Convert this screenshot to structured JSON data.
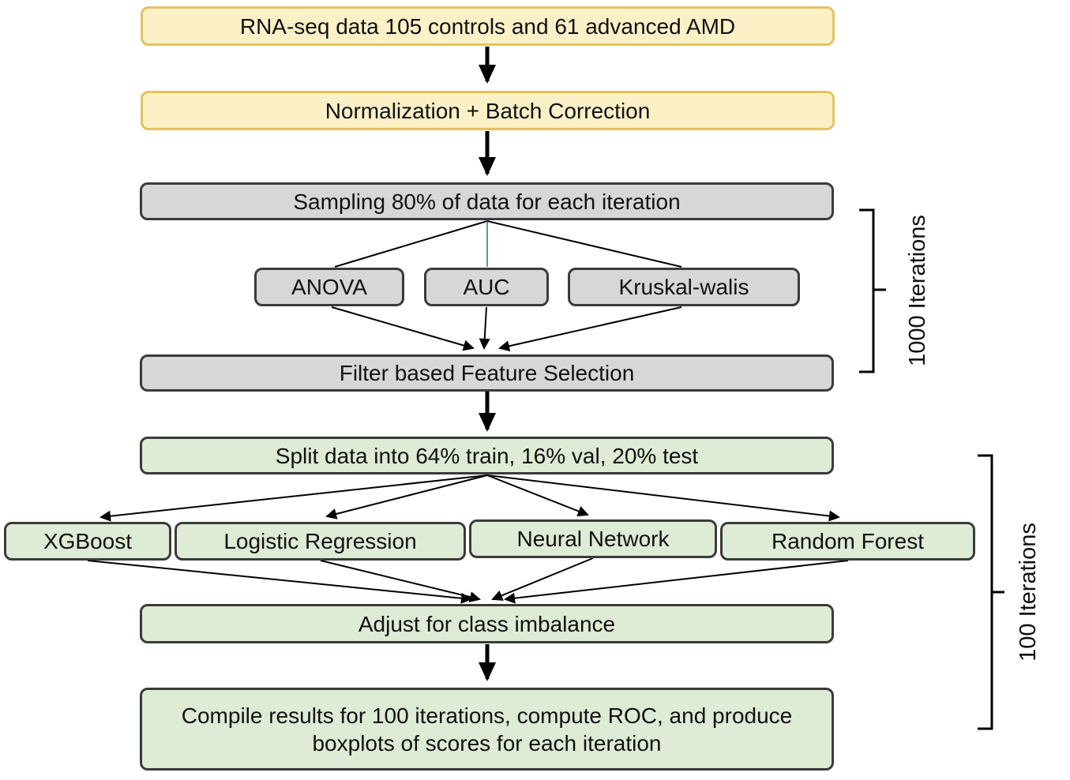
{
  "diagram": {
    "type": "flowchart",
    "nodes": {
      "rnaseq": {
        "label": "RNA-seq data 105 controls and 61 advanced AMD",
        "group": "input"
      },
      "normalization": {
        "label": "Normalization + Batch Correction",
        "group": "input"
      },
      "sampling": {
        "label": "Sampling 80% of data for each iteration",
        "group": "feature-selection"
      },
      "anova": {
        "label": "ANOVA",
        "group": "feature-selection"
      },
      "auc": {
        "label": "AUC",
        "group": "feature-selection"
      },
      "kruskal": {
        "label": "Kruskal-walis",
        "group": "feature-selection"
      },
      "filter": {
        "label": "Filter based Feature Selection",
        "group": "feature-selection"
      },
      "split": {
        "label": "Split data into 64% train, 16% val, 20% test",
        "group": "modeling"
      },
      "xgboost": {
        "label": "XGBoost",
        "group": "modeling"
      },
      "logistic": {
        "label": "Logistic Regression",
        "group": "modeling"
      },
      "neural": {
        "label": "Neural Network",
        "group": "modeling"
      },
      "forest": {
        "label": "Random Forest",
        "group": "modeling"
      },
      "imbalance": {
        "label": "Adjust for class imbalance",
        "group": "modeling"
      },
      "compile": {
        "label": "Compile results for 100 iterations, compute ROC, and produce boxplots of scores for each iteration",
        "group": "modeling"
      }
    },
    "annotations": {
      "loop_feature_selection": "1000 Iterations",
      "loop_modeling": "100 Iterations"
    },
    "colors": {
      "yellow_fill": "#FCF0C6",
      "yellow_border": "#E3C35D",
      "gray_fill": "#D7D7D7",
      "gray_border": "#3B3B3B",
      "green_fill": "#DEEBD5",
      "green_border": "#3B3B3B",
      "line": "#000000",
      "blue_line": "#6C8EBF",
      "text": "#111111"
    }
  }
}
